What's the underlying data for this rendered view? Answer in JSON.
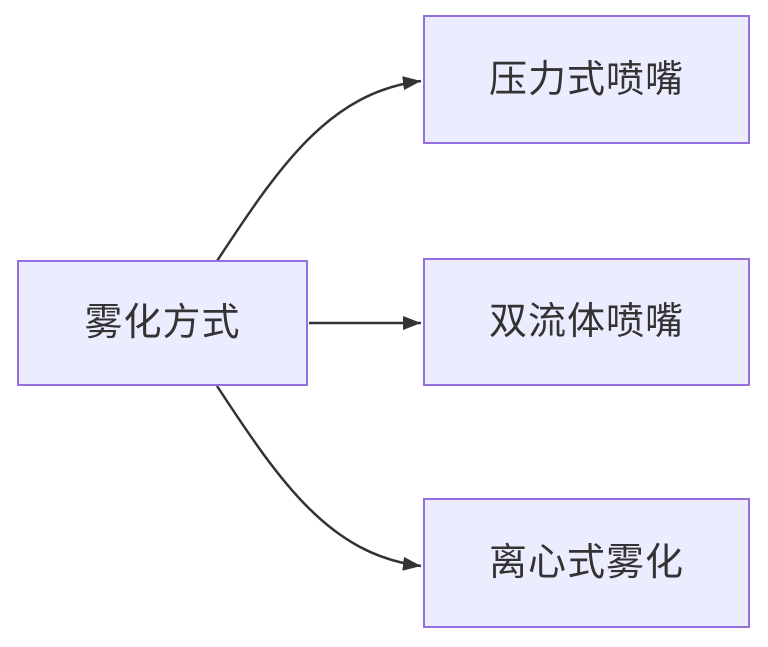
{
  "diagram": {
    "type": "flowchart",
    "direction": "left-to-right",
    "background_color": "#ffffff",
    "node_fill_color": "#ECECFF",
    "node_border_color": "#9370DB",
    "edge_color": "#333333",
    "text_color": "#333333",
    "nodes": {
      "root": {
        "label": "雾化方式"
      },
      "child1": {
        "label": "压力式喷嘴"
      },
      "child2": {
        "label": "双流体喷嘴"
      },
      "child3": {
        "label": "离心式雾化"
      }
    },
    "edges": [
      {
        "from": "雾化方式",
        "to": "压力式喷嘴",
        "style": "curved",
        "arrow": "filled-triangle"
      },
      {
        "from": "雾化方式",
        "to": "双流体喷嘴",
        "style": "straight",
        "arrow": "filled-triangle"
      },
      {
        "from": "雾化方式",
        "to": "离心式雾化",
        "style": "curved",
        "arrow": "filled-triangle"
      }
    ]
  }
}
